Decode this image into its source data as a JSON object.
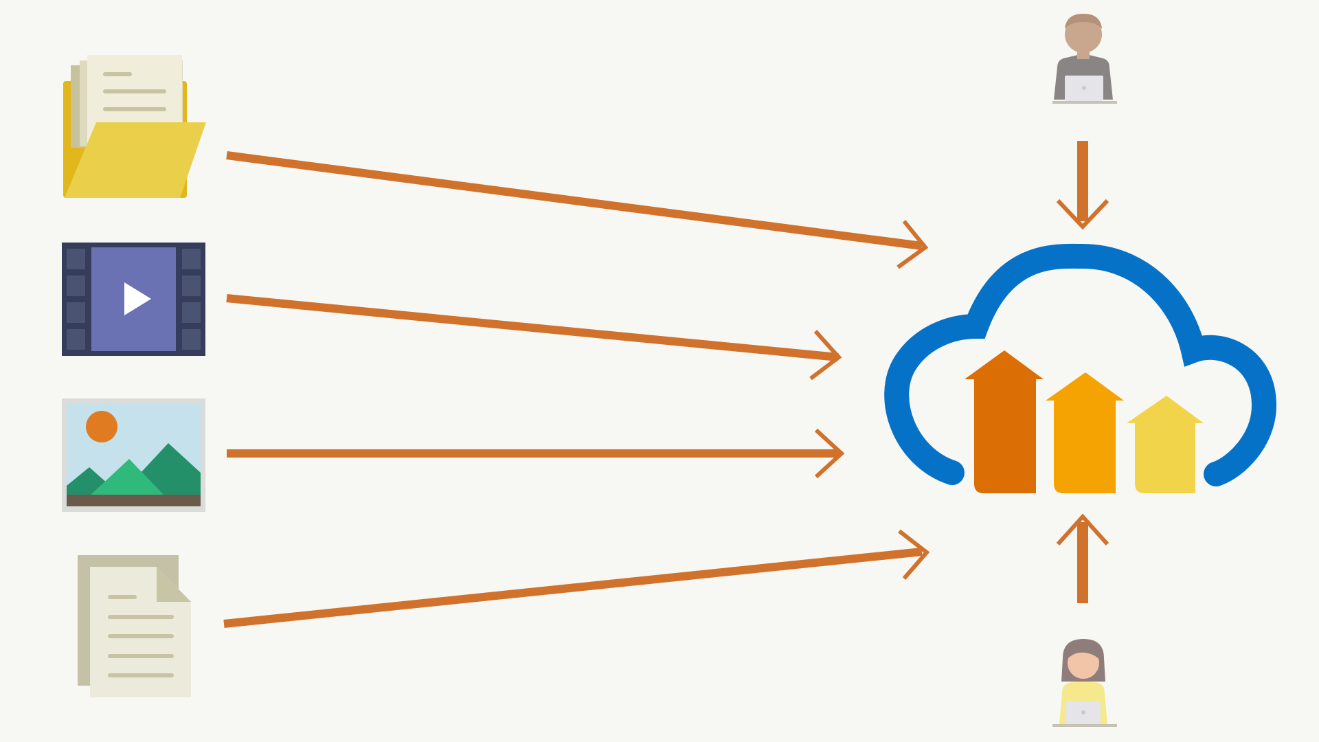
{
  "canvas": {
    "background": "#f7f7f4"
  },
  "colors": {
    "arrow": "#d0722c",
    "cloud_outline": "#0572c8",
    "upload_arrow_dark": "#db6e04",
    "upload_arrow_mid": "#f4a302",
    "upload_arrow_light": "#f2d44b"
  },
  "sources": [
    {
      "id": "folder",
      "icon": "folder-icon"
    },
    {
      "id": "video",
      "icon": "video-file-icon"
    },
    {
      "id": "image",
      "icon": "image-file-icon"
    },
    {
      "id": "document",
      "icon": "document-icon"
    }
  ],
  "cloud": {
    "icon": "cloud-upload-icon",
    "upload_arrows": [
      "upload-arrow-dark",
      "upload-arrow-mid",
      "upload-arrow-light"
    ]
  },
  "users": [
    {
      "id": "top-user",
      "icon": "male-user-laptop-icon"
    },
    {
      "id": "bottom-user",
      "icon": "female-user-laptop-icon"
    }
  ]
}
